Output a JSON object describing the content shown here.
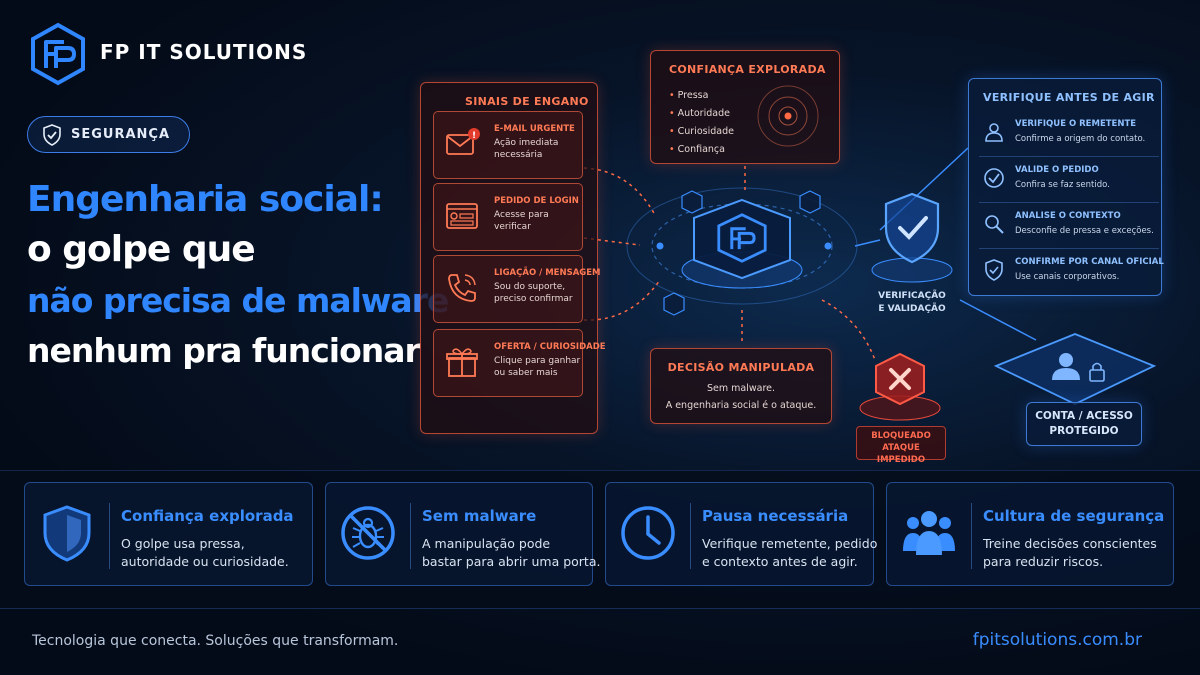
{
  "brand": {
    "name": "FP IT SOLUTIONS",
    "logo_icon": "fp-hexagon-logo-icon"
  },
  "badge": {
    "label": "SEGURANÇA",
    "icon": "shield-check-icon"
  },
  "headline": {
    "line1": "Engenharia social:",
    "line2": "o golpe que",
    "line3": "não precisa de malware",
    "line4": "nenhum pra funcionar"
  },
  "signals": {
    "title": "SINAIS DE ENGANO",
    "items": [
      {
        "title": "E-MAIL URGENTE",
        "desc": "Ação imediata necessária",
        "icon": "envelope-alert-icon"
      },
      {
        "title": "PEDIDO DE LOGIN",
        "desc": "Acesse para verificar",
        "icon": "login-form-icon"
      },
      {
        "title": "LIGAÇÃO / MENSAGEM",
        "desc": "Sou do suporte, preciso confirmar",
        "icon": "phone-icon"
      },
      {
        "title": "OFERTA / CURIOSIDADE",
        "desc": "Clique para ganhar ou saber mais",
        "icon": "gift-icon"
      }
    ]
  },
  "trust": {
    "title": "CONFIANÇA EXPLORADA",
    "items": [
      "Pressa",
      "Autoridade",
      "Curiosidade",
      "Confiança"
    ]
  },
  "decision": {
    "title": "DECISÃO MANIPULADA",
    "line1": "Sem malware.",
    "line2": "A engenharia social é o ataque."
  },
  "verify": {
    "title": "VERIFIQUE ANTES DE AGIR",
    "items": [
      {
        "title": "VERIFIQUE O REMETENTE",
        "desc": "Confirme a origem do contato.",
        "icon": "user-icon"
      },
      {
        "title": "VALIDE O PEDIDO",
        "desc": "Confira se faz sentido.",
        "icon": "check-circle-icon"
      },
      {
        "title": "ANALISE O CONTEXTO",
        "desc": "Desconfie de pressa e exceções.",
        "icon": "magnifier-icon"
      },
      {
        "title": "CONFIRME POR CANAL OFICIAL",
        "desc": "Use canais corporativos.",
        "icon": "shield-check-icon"
      }
    ]
  },
  "verification_node": {
    "line1": "VERIFICAÇÃO",
    "line2": "E VALIDAÇÃO"
  },
  "blocked_node": {
    "line1": "BLOQUEADO",
    "line2": "ATAQUE IMPEDIDO"
  },
  "protected_node": {
    "line1": "CONTA / ACESSO",
    "line2": "PROTEGIDO"
  },
  "cards": [
    {
      "title": "Confiança explorada",
      "line1": "O golpe usa pressa,",
      "line2": "autoridade ou curiosidade.",
      "icon": "shield-icon"
    },
    {
      "title": "Sem malware",
      "line1": "A manipulação pode",
      "line2": "bastar para abrir uma porta.",
      "icon": "no-bug-icon"
    },
    {
      "title": "Pausa necessária",
      "line1": "Verifique remetente, pedido",
      "line2": "e contexto antes de agir.",
      "icon": "clock-icon"
    },
    {
      "title": "Cultura de segurança",
      "line1": "Treine decisões conscientes",
      "line2": "para reduzir riscos.",
      "icon": "team-icon"
    }
  ],
  "footer": {
    "tagline": "Tecnologia que conecta. Soluções que transformam.",
    "site": "fpitsolutions.com.br"
  },
  "colors": {
    "accent_blue": "#2f86ff",
    "alert_orange": "#ff7a55",
    "background": "#040b18"
  }
}
